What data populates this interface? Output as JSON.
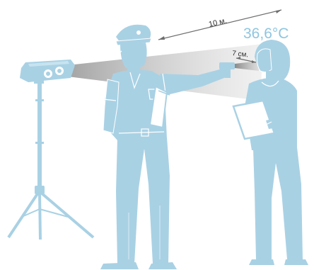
{
  "labels": {
    "long_distance": "10 м.",
    "short_distance": "7 см.",
    "temperature": "36,6°С"
  },
  "colors": {
    "figure": "#a9d1e4",
    "figure_line": "#ffffff",
    "beam": "#b5b5b5",
    "dimension_line": "#6e6e6e",
    "text_dark": "#2e2e2e",
    "temperature": "#8ec6e0"
  },
  "icons": {
    "camera": "thermal-camera-icon",
    "tripod": "tripod-icon",
    "guard": "police-officer-figure",
    "thermometer": "handheld-thermometer-icon",
    "woman": "woman-with-clipboard-figure"
  }
}
